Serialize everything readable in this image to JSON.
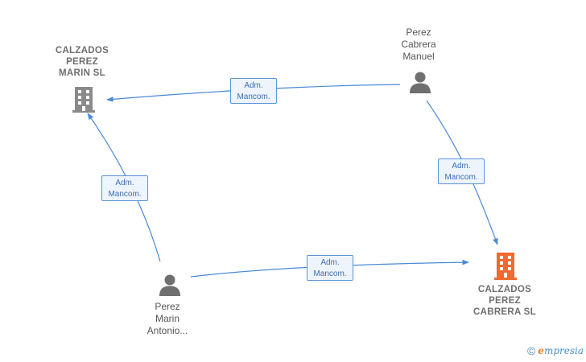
{
  "colors": {
    "edge": "#4a8ad8",
    "person_icon": "#6f6f6f",
    "company_icon": "#8a8a8a",
    "focus_company": "#f26a2d"
  },
  "nodes": {
    "calzados_marin": {
      "label": "CALZADOS\nPEREZ\nMARIN  SL",
      "icon": "building-icon"
    },
    "perez_cabrera_manuel": {
      "label": "Perez\nCabrera\nManuel",
      "icon": "person-icon"
    },
    "perez_marin_antonio": {
      "label": "Perez\nMarin\nAntonio...",
      "icon": "person-icon"
    },
    "calzados_cabrera": {
      "label": "CALZADOS\nPEREZ\nCABRERA  SL",
      "icon": "building-icon"
    }
  },
  "edges": [
    {
      "from": "Perez Cabrera Manuel",
      "to": "CALZADOS PEREZ MARIN SL",
      "label": "Adm.\nMancom."
    },
    {
      "from": "Perez Marin Antonio...",
      "to": "CALZADOS PEREZ MARIN SL",
      "label": "Adm.\nMancom."
    },
    {
      "from": "Perez Cabrera Manuel",
      "to": "CALZADOS PEREZ CABRERA SL",
      "label": "Adm.\nMancom."
    },
    {
      "from": "Perez Marin Antonio...",
      "to": "CALZADOS PEREZ CABRERA SL",
      "label": "Adm.\nMancom."
    }
  ],
  "footer": {
    "copyright": "©",
    "brand_initial": "e",
    "brand_rest": "mpresia"
  }
}
